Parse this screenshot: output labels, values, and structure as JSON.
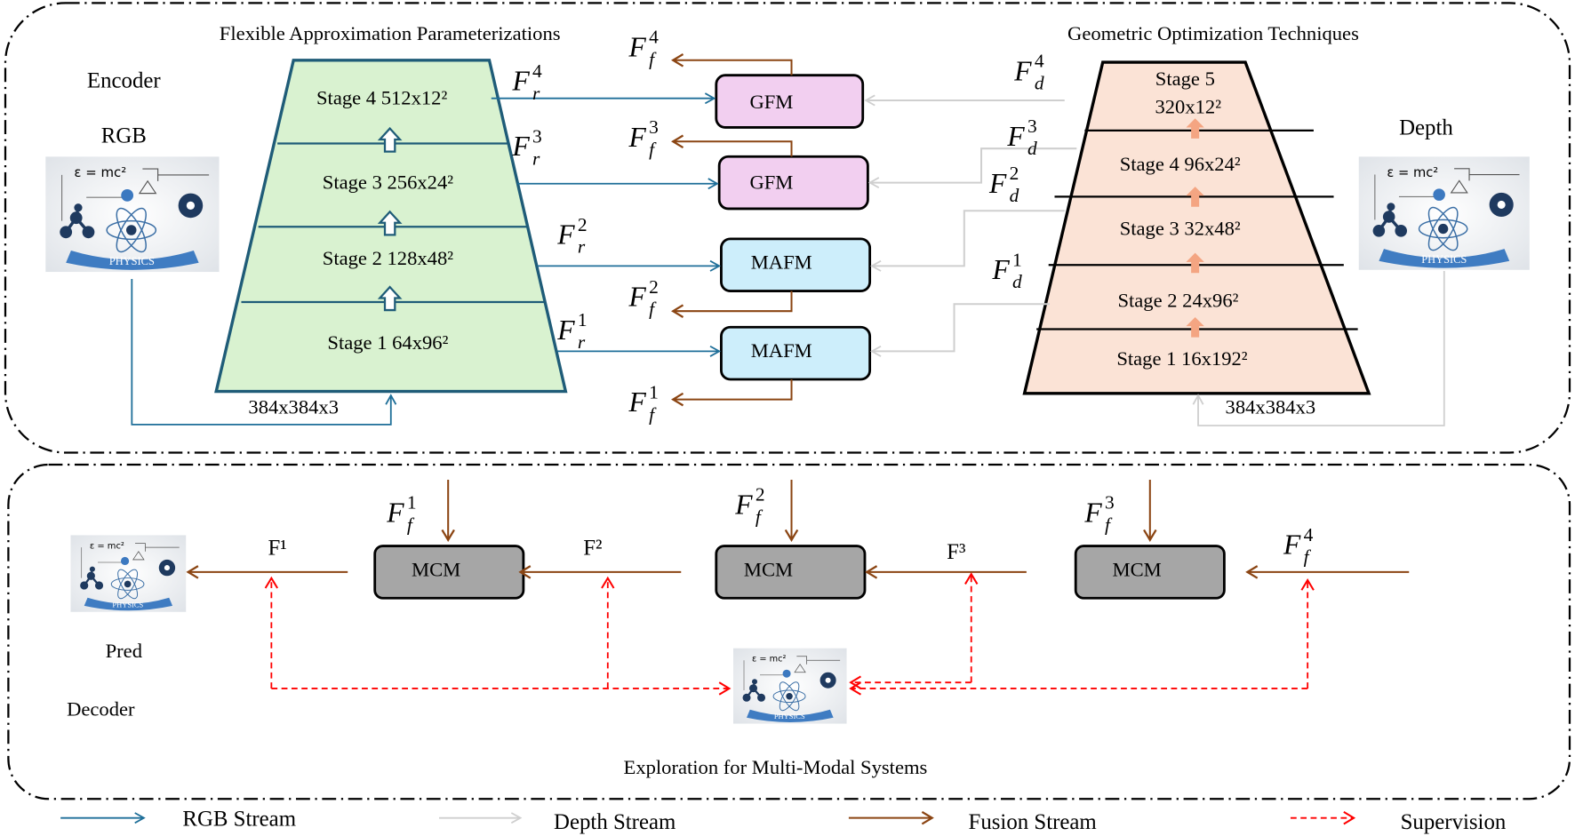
{
  "encoder": {
    "section_title": "Flexible Approximation Parameterizations",
    "label": "Encoder",
    "input_label": "RGB",
    "input_size": "384x384x3",
    "stages": [
      "Stage 1 64x96²",
      "Stage 2 128x48²",
      "Stage 3 256x24²",
      "Stage 4 512x12²"
    ],
    "features": [
      {
        "base": "F",
        "sup": "1",
        "sub": "r"
      },
      {
        "base": "F",
        "sup": "2",
        "sub": "r"
      },
      {
        "base": "F",
        "sup": "3",
        "sub": "r"
      },
      {
        "base": "F",
        "sup": "4",
        "sub": "r"
      }
    ],
    "fill_color": "#d9f2d0",
    "edge_color": "#1f5c78"
  },
  "depth_branch": {
    "section_title": "Geometric Optimization Techniques",
    "input_label": "Depth",
    "input_size": "384x384x3",
    "stages": [
      "Stage 1 16x192²",
      "Stage 2 24x96²",
      "Stage 3 32x48²",
      "Stage 4 96x24²"
    ],
    "stage5_name": "Stage 5",
    "stage5_size": "320x12²",
    "features": [
      {
        "base": "F",
        "sup": "1",
        "sub": "d"
      },
      {
        "base": "F",
        "sup": "2",
        "sub": "d"
      },
      {
        "base": "F",
        "sup": "3",
        "sub": "d"
      },
      {
        "base": "F",
        "sup": "4",
        "sub": "d"
      }
    ],
    "fill_color": "#fbe3d6",
    "arrow_color": "#f4a582"
  },
  "fusion_modules": [
    {
      "label": "MAFM",
      "color": "#cdeefb"
    },
    {
      "label": "MAFM",
      "color": "#cdeefb"
    },
    {
      "label": "GFM",
      "color": "#f2cff0"
    },
    {
      "label": "GFM",
      "color": "#f2cff0"
    }
  ],
  "fused_features": [
    {
      "base": "F",
      "sup": "1",
      "sub": "f"
    },
    {
      "base": "F",
      "sup": "2",
      "sub": "f"
    },
    {
      "base": "F",
      "sup": "3",
      "sub": "f"
    },
    {
      "base": "F",
      "sup": "4",
      "sub": "f"
    }
  ],
  "decoder": {
    "label": "Decoder",
    "output_label": "Pred",
    "module_label": "MCM",
    "module_color": "#a6a6a6",
    "decoded_features": [
      "F¹",
      "F²",
      "F³"
    ],
    "supervision_caption": "Exploration for Multi-Modal Systems"
  },
  "image_caption": "PHYSICS",
  "legend": [
    {
      "label": "RGB Stream",
      "color": "#1f6f99",
      "style": "solid"
    },
    {
      "label": "Depth Stream",
      "color": "#cfcfcf",
      "style": "solid"
    },
    {
      "label": "Fusion Stream",
      "color": "#8b4513",
      "style": "solid"
    },
    {
      "label": "Supervision",
      "color": "#ff0000",
      "style": "dashed"
    }
  ]
}
